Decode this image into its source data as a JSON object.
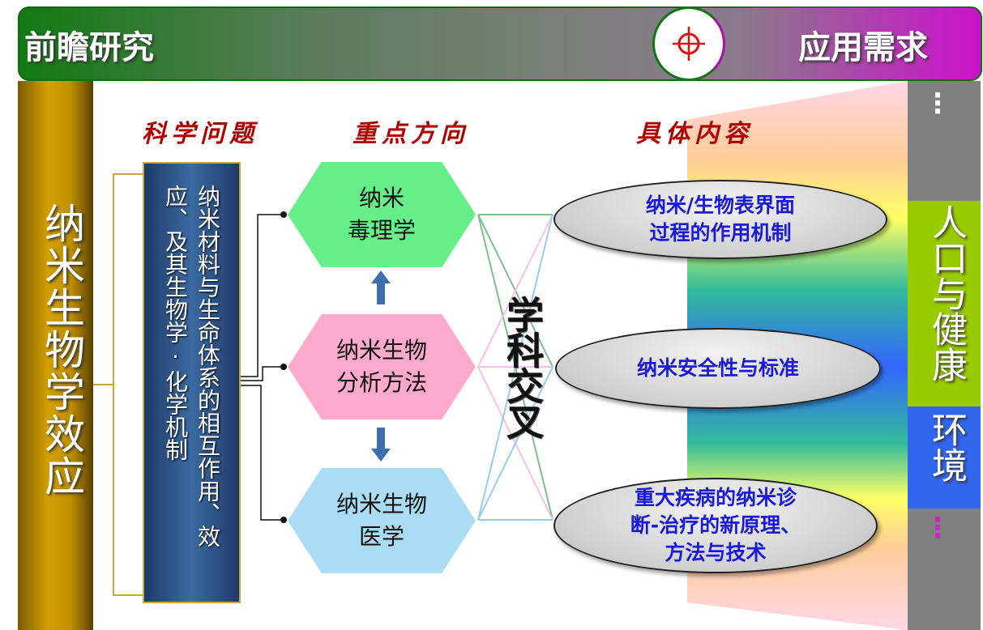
{
  "top_bar": {
    "left_label": "前瞻研究",
    "right_label": "应用需求",
    "center_icon": "crosshair-icon"
  },
  "left_column": {
    "label": "纳米生物学效应"
  },
  "headings": {
    "science": "科学问题",
    "focus": "重点方向",
    "content": "具体内容"
  },
  "science_box": {
    "text": "纳米材料与生命体系的相互作用、效应、及其生物学·化学机制"
  },
  "focus_directions": [
    {
      "label": "纳米\n毒理学",
      "color": "#66ee88"
    },
    {
      "label": "纳米生物\n分析方法",
      "color": "#ffaacc"
    },
    {
      "label": "纳米生物\n医学",
      "color": "#aaddf5"
    }
  ],
  "cross_label": "学科交叉",
  "contents": [
    {
      "label": "纳米/生物表界面\n过程的作用机制"
    },
    {
      "label": "纳米安全性与标准"
    },
    {
      "label": "重大疾病的纳米诊\n断-治疗的新原理、\n方法与技术"
    }
  ],
  "needs": {
    "top_dots": "⋮",
    "health": "人口与健康",
    "environment": "环境",
    "bottom_dots": "⋮"
  },
  "colors": {
    "heading": "#b00000",
    "content_text": "#1a1ad8",
    "health": "#99cc00",
    "environment": "#3366ee"
  }
}
